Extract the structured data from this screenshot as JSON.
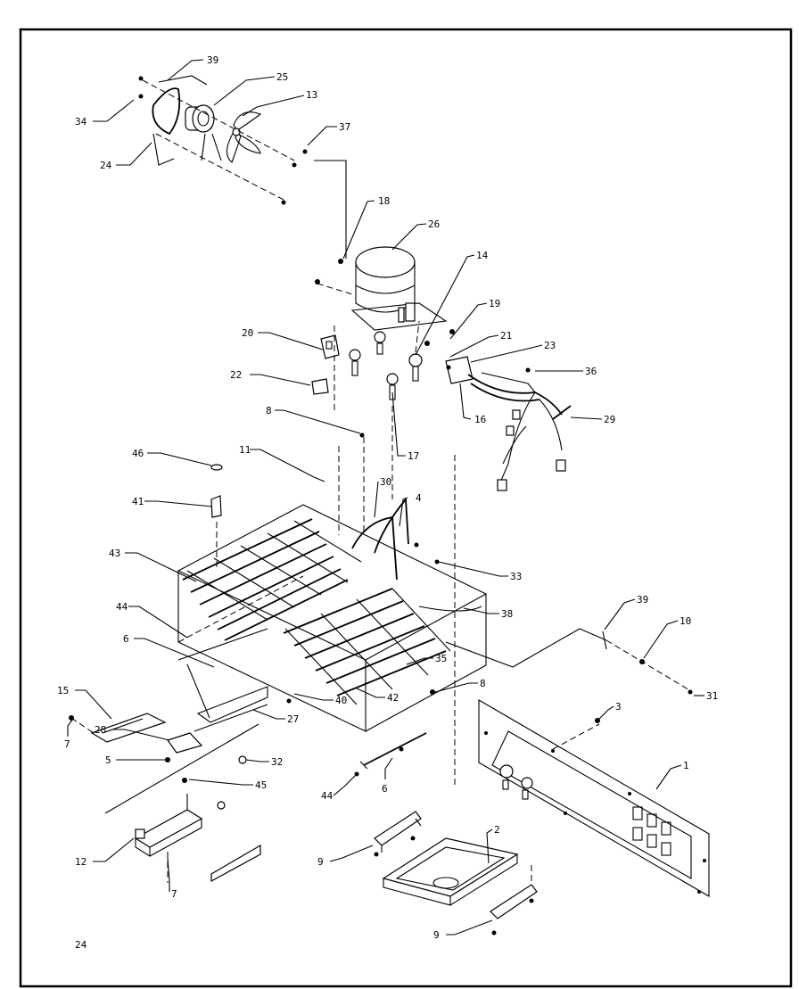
{
  "page_number": "24",
  "callouts": [
    {
      "id": "c39a",
      "label": "39"
    },
    {
      "id": "c25",
      "label": "25"
    },
    {
      "id": "c13",
      "label": "13"
    },
    {
      "id": "c34",
      "label": "34"
    },
    {
      "id": "c24",
      "label": "24"
    },
    {
      "id": "c37",
      "label": "37"
    },
    {
      "id": "c18",
      "label": "18"
    },
    {
      "id": "c26",
      "label": "26"
    },
    {
      "id": "c14",
      "label": "14"
    },
    {
      "id": "c19",
      "label": "19"
    },
    {
      "id": "c21",
      "label": "21"
    },
    {
      "id": "c23",
      "label": "23"
    },
    {
      "id": "c20",
      "label": "20"
    },
    {
      "id": "c36",
      "label": "36"
    },
    {
      "id": "c22",
      "label": "22"
    },
    {
      "id": "c16",
      "label": "16"
    },
    {
      "id": "c29",
      "label": "29"
    },
    {
      "id": "c8a",
      "label": "8"
    },
    {
      "id": "c17",
      "label": "17"
    },
    {
      "id": "c46",
      "label": "46"
    },
    {
      "id": "c11",
      "label": "11"
    },
    {
      "id": "c30",
      "label": "30"
    },
    {
      "id": "c4",
      "label": "4"
    },
    {
      "id": "c41",
      "label": "41"
    },
    {
      "id": "c43",
      "label": "43"
    },
    {
      "id": "c33",
      "label": "33"
    },
    {
      "id": "c38",
      "label": "38"
    },
    {
      "id": "c44a",
      "label": "44"
    },
    {
      "id": "c39b",
      "label": "39"
    },
    {
      "id": "c10",
      "label": "10"
    },
    {
      "id": "c6a",
      "label": "6"
    },
    {
      "id": "c35",
      "label": "35"
    },
    {
      "id": "c31",
      "label": "31"
    },
    {
      "id": "c15",
      "label": "15"
    },
    {
      "id": "c8b",
      "label": "8"
    },
    {
      "id": "c40",
      "label": "40"
    },
    {
      "id": "c42",
      "label": "42"
    },
    {
      "id": "c27",
      "label": "27"
    },
    {
      "id": "c3",
      "label": "3"
    },
    {
      "id": "c7a",
      "label": "7"
    },
    {
      "id": "c28",
      "label": "28"
    },
    {
      "id": "c1",
      "label": "1"
    },
    {
      "id": "c5",
      "label": "5"
    },
    {
      "id": "c32",
      "label": "32"
    },
    {
      "id": "c45",
      "label": "45"
    },
    {
      "id": "c44b",
      "label": "44"
    },
    {
      "id": "c6b",
      "label": "6"
    },
    {
      "id": "c2",
      "label": "2"
    },
    {
      "id": "c12",
      "label": "12"
    },
    {
      "id": "c9a",
      "label": "9"
    },
    {
      "id": "c7b",
      "label": "7"
    },
    {
      "id": "c9b",
      "label": "9"
    }
  ]
}
